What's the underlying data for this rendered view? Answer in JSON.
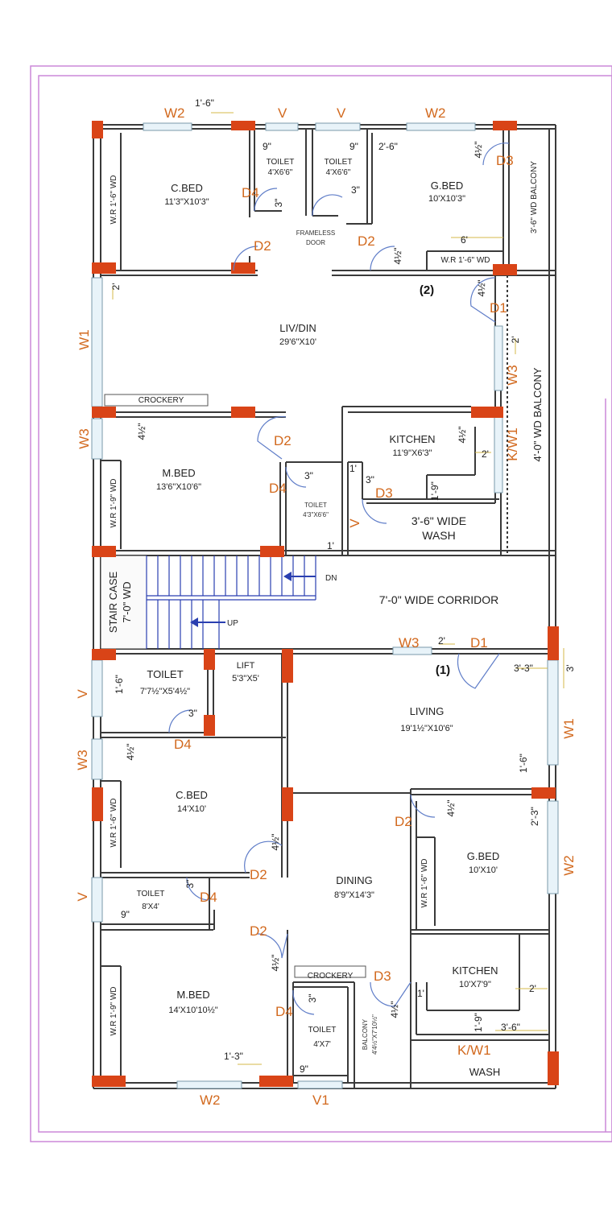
{
  "rooms": {
    "cbed_top": {
      "name": "C.BED",
      "size": "11'3\"X10'3\""
    },
    "toilet_t1": {
      "name": "TOILET",
      "size": "4'X6'6\""
    },
    "toilet_t2": {
      "name": "TOILET",
      "size": "4'X6'6\""
    },
    "gbed_top": {
      "name": "G.BED",
      "size": "10'X10'3\""
    },
    "livdin": {
      "name": "LIV/DIN",
      "size": "29'6\"X10'"
    },
    "mbed_top": {
      "name": "M.BED",
      "size": "13'6\"X10'6\""
    },
    "toilet_m_top": {
      "name": "TOILET",
      "size": "4'3\"X6'6\""
    },
    "kitchen_top": {
      "name": "KITCHEN",
      "size": "11'9\"X6'3\""
    },
    "wash_top": {
      "line1": "3'-6\" WIDE",
      "line2": "WASH"
    },
    "corridor": "7'-0\" WIDE CORRIDOR",
    "toilet_lb": {
      "name": "TOILET",
      "size": "7'7½\"X5'4½\""
    },
    "lift": {
      "name": "LIFT",
      "size": "5'3\"X5'"
    },
    "living": {
      "name": "LIVING",
      "size": "19'1½\"X10'6\""
    },
    "cbed_bot": {
      "name": "C.BED",
      "size": "14'X10'"
    },
    "gbed_bot": {
      "name": "G.BED",
      "size": "10'X10'"
    },
    "dining": {
      "name": "DINING",
      "size": "8'9\"X14'3\""
    },
    "toilet_small": {
      "name": "TOILET",
      "size": "8'X4'"
    },
    "mbed_bot": {
      "name": "M.BED",
      "size": "14'X10'10½\""
    },
    "toilet_bot": {
      "name": "TOILET",
      "size": "4'X7'"
    },
    "balcony_bot": {
      "line1": "BALCONY",
      "line2": "4'4½\"X7'10½\""
    },
    "kitchen_bot": {
      "name": "KITCHEN",
      "size": "10'X7'9\""
    },
    "wash_bot": "WASH"
  },
  "labels": {
    "frameless": "FRAMELESS",
    "door": "DOOR",
    "crockery_top": "CROCKERY",
    "crockery_bot": "CROCKERY",
    "wr_cbed_top": "W.R 1'-6\" WD",
    "wr_gbed_top": "W.R 1'-6\" WD",
    "wr_mbed_top": "W.R 1'-9\" WD",
    "wr_cbed_bot": "W.R 1'-6\" WD",
    "wr_gbed_bot": "W.R 1'-6\" WD",
    "wr_mbed_bot": "W.R 1'-9\" WD",
    "balcony_top": "3'-6\" WD BALCONY",
    "balcony_right": "4'-0\" WD BALCONY",
    "staircase1": "STAIR CASE",
    "staircase2": "7'-0\" WD",
    "dn": "DN",
    "up": "UP",
    "flat2": "(2)",
    "flat1": "(1)"
  },
  "tags": {
    "w2_top_left": "W2",
    "v_top1": "V",
    "v_top2": "V",
    "w2_top_right": "W2",
    "d3_gbed": "D3",
    "d4_top": "D4",
    "d2_cbed": "D2",
    "d2_gbed": "D2",
    "d1_top": "D1",
    "w1_left_top": "W1",
    "w3_right_top": "W3",
    "w3_left_top": "W3",
    "d2_mbed": "D2",
    "d4_mbed": "D4",
    "d3_kitchen": "D3",
    "kw1_top": "K/W1",
    "v_kitchen": "V",
    "w3_corr": "W3",
    "d1_corr": "D1",
    "v_left1": "V",
    "d4_lb": "D4",
    "w3_left_bot": "W3",
    "w1_right_bot": "W1",
    "d2_gbed_bot": "D2",
    "w2_right_bot": "W2",
    "d2_cbed_bot": "D2",
    "v_left2": "V",
    "d4_small": "D4",
    "d2_mbed_bot": "D2",
    "d4_mbed_bot": "D4",
    "d3_kitchen_bot": "D3",
    "kw1_bot": "K/W1",
    "w2_bottom": "W2",
    "v1_bottom": "V1"
  },
  "dims": {
    "d_1_6_top": "1'-6\"",
    "d_9_a": "9\"",
    "d_9_b": "9\"",
    "d_2_6": "2'-6\"",
    "d_4h_a": "4½\"",
    "d_3_a": "3\"",
    "d_3_b": "3\"",
    "d_4h_b": "4½\"",
    "d_6": "6'",
    "d_4h_c": "4½\"",
    "d_2_a": "2'",
    "d_2_b": "2'",
    "d_4h_d": "4½\"",
    "d_3_c": "3\"",
    "d_4h_e": "4½\"",
    "d_2_c": "2'",
    "d_1_a": "1'",
    "d_3_d": "3\"",
    "d_1_9_a": "1'-9\"",
    "d_1_b": "1'",
    "d_2_d": "2'",
    "d_3_3": "3'-3\"",
    "d_3_e": "3'",
    "d_1_6_b": "1'-6\"",
    "d_3_f": "3\"",
    "d_4h_f": "4½\"",
    "d_1_6_c": "1'-6\"",
    "d_4h_g": "4½\"",
    "d_2_3": "2'-3\"",
    "d_4h_h": "4½\"",
    "d_3_g": "3\"",
    "d_9_c": "9\"",
    "d_4h_i": "4½\"",
    "d_3_h": "3\"",
    "d_4h_j": "4½\"",
    "d_1_c": "1'",
    "d_2_e": "2'",
    "d_1_9_b": "1'-9\"",
    "d_3_6": "3'-6\"",
    "d_1_3": "1'-3\"",
    "d_9_d": "9\""
  }
}
